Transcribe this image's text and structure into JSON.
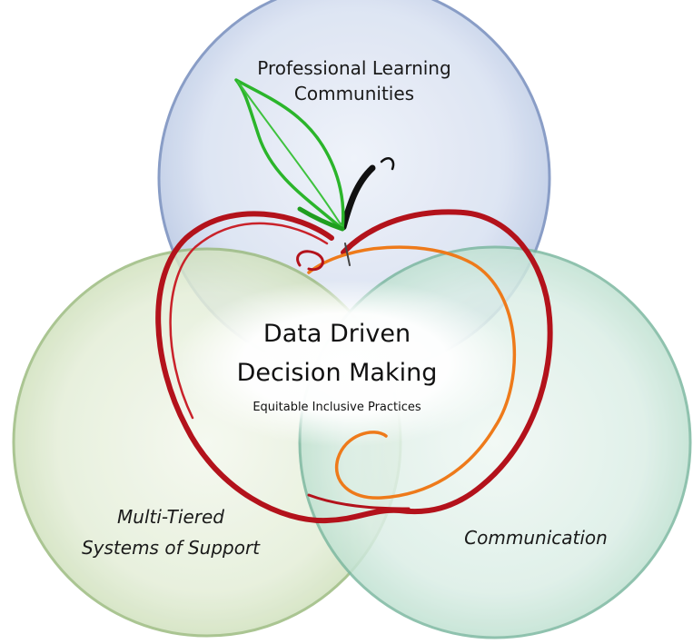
{
  "circles": {
    "top": {
      "label_line1": "Professional Learning",
      "label_line2": "Communities",
      "color": "#d4def0",
      "stroke": "#6f87b8"
    },
    "left": {
      "label_line1": "Multi-Tiered",
      "label_line2": "Systems of Support",
      "color": "#e2ecd6",
      "stroke": "#8fae72"
    },
    "right": {
      "label": "Communication",
      "color": "#d8ece4",
      "stroke": "#6fae95"
    }
  },
  "center": {
    "title_line1": "Data Driven",
    "title_line2": "Decision Making",
    "subtitle": "Equitable Inclusive Practices"
  },
  "apple": {
    "outline_color": "#b3121b",
    "inner_color": "#ee7a1a",
    "leaf_color": "#2bb52b",
    "stem_color": "#111111"
  }
}
